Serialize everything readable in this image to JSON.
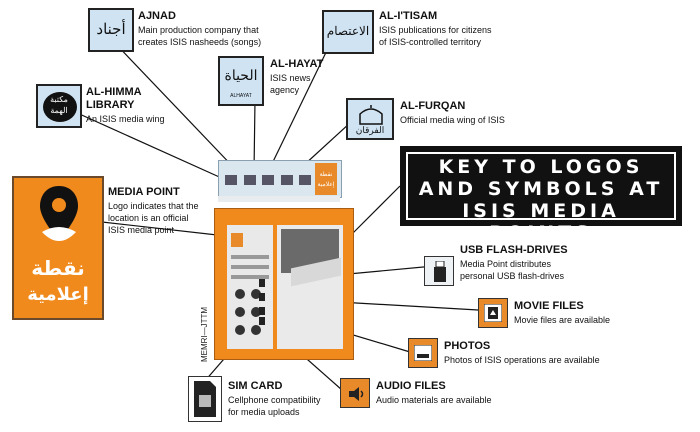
{
  "logos": {
    "ajnad": {
      "title": "AJNAD",
      "desc1": "Main production company that",
      "desc2": "creates ISIS nasheeds (songs)",
      "glyph": "أجناد"
    },
    "alitisam": {
      "title": "AL-I'TISAM",
      "desc1": "ISIS publications for citizens",
      "desc2": "of ISIS-controlled territory",
      "glyph": "الاعتصام"
    },
    "alhayat": {
      "title": "AL-HAYAT",
      "desc1": "ISIS news",
      "desc2": "agency",
      "glyph": "الحياة",
      "sub": "ALHAYAT"
    },
    "alhimma": {
      "title1": "AL-HIMMA",
      "title2": "LIBRARY",
      "desc1": "An ISIS media wing",
      "glyph1": "مكتبة",
      "glyph2": "الهمة"
    },
    "alfurqan": {
      "title": "AL-FURQAN",
      "desc1": "Official media wing of ISIS",
      "glyph": "الفرقان"
    },
    "mediapoint": {
      "title": "MEDIA POINT",
      "desc1": "Logo indicates that the",
      "desc2": "location is an official",
      "desc3": "ISIS media point",
      "arabic1": "نقطة",
      "arabic2": "إعلامية"
    }
  },
  "banner": {
    "line1": "KEY TO LOGOS",
    "line2": "AND SYMBOLS AT",
    "line3": "ISIS MEDIA POINTS"
  },
  "items": {
    "usb": {
      "title": "USB FLASH-DRIVES",
      "desc1": "Media Point distributes",
      "desc2": "personal USB flash-drives"
    },
    "movie": {
      "title": "MOVIE FILES",
      "desc1": "Movie files are available"
    },
    "photos": {
      "title": "PHOTOS",
      "desc1": "Photos of ISIS operations are available"
    },
    "audio": {
      "title": "AUDIO FILES",
      "desc1": "Audio materials are available"
    },
    "sim": {
      "title": "SIM CARD",
      "desc1": "Cellphone compatibility",
      "desc2": "for media uploads"
    }
  },
  "kiosk": {
    "arabic1": "نقطة",
    "arabic2": "إعلامية"
  },
  "watermark": "MEMRI—JTTM",
  "colors": {
    "orange": "#f08a1c",
    "logo_bg": "#cfe3f3",
    "banner_bg": "#111111",
    "kiosk_top": "#dbe7ef",
    "icon_orange": "#e88a2a"
  }
}
